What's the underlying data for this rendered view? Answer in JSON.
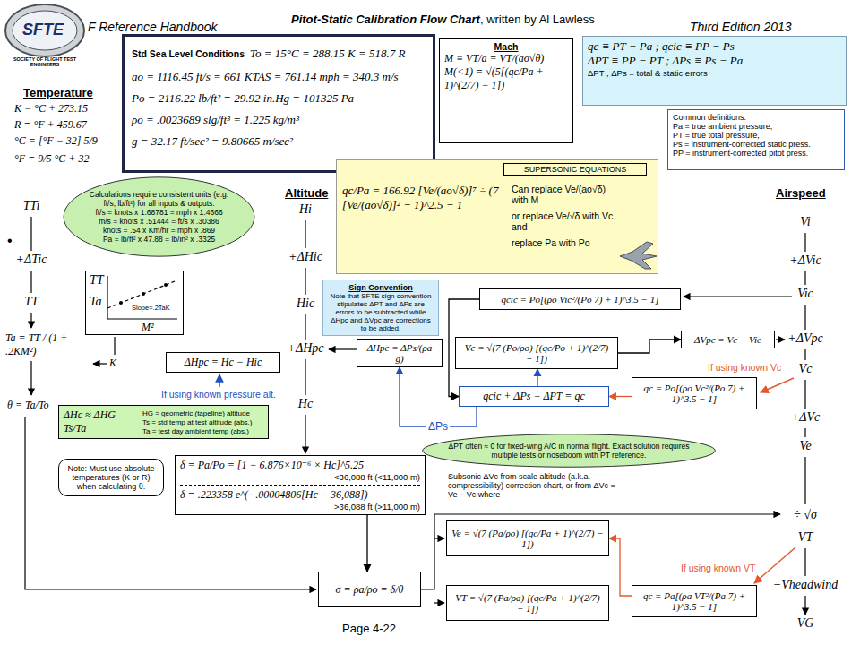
{
  "diagram": {
    "title": "Pitot-Static Calibration Flow Chart",
    "nodes": [
      {
        "text": [
          "Std Sea Level Conditions",
          "To = 15°C = 288.15 K = 518.7 R",
          "ao = 1116.45 ft/s = 661 KTAS = 761.14 mph = 340.3 m/s",
          "Po = 2116.22 lb/ft² = 29.92 in.Hg = 101325 Pa",
          "ρo = .0023689 slg/ft³ = 1.225 kg/m³",
          "g = 32.17 ft/sec² = 9.80665 m/sec²"
        ]
      },
      {
        "text": [
          "Mach",
          "M ≡ VT/a = VT/(ao√θ)",
          "M(<1) = √(5[(qc/Pa + 1)^(2/7) − 1])"
        ]
      },
      {
        "text": [
          "qc ≡ PT − Pa ;  qcic ≡ PP − Ps",
          "ΔPT ≡ PP − PT ;  ΔPs ≡ Ps − Pa",
          "ΔPT , ΔPs = total & static errors"
        ]
      },
      {
        "text": [
          "Common definitions:",
          "Pa = true ambient pressure,",
          "PT = true total pressure,",
          "Ps = instrument-corrected static press.",
          "PP = instrument-corrected pitot press."
        ]
      },
      {
        "text": [
          "Calculations require consistent units (e.g. ft/s, lb/ft²) for all inputs & outputs.",
          "ft/s = knots x 1.68781 = mph x 1.4666",
          "m/s = knots x .51444 = ft/s x .30386",
          "knots = .54 x Km/hr = mph x .869",
          "Pa = lb/ft² x 47.88 = lb/in² x .3325"
        ]
      },
      {
        "text": [
          "qc/Pa = 166.92 [Ve/(ao√δ)]⁷ ÷ (7 [Ve/(ao√δ)]² − 1)^2.5 − 1",
          "Can replace Ve/(ao√δ) with M",
          "or replace Ve/√δ with Vc and",
          "replace Pa with Po"
        ]
      },
      {
        "text": [
          "SUPERSONIC EQUATIONS"
        ],
        "in": 5
      },
      {
        "text": [
          "TT",
          "Ta",
          "Slope=.2TaK",
          "M²"
        ]
      },
      {
        "text": [
          "ΔHpc = Hc − Hic"
        ]
      },
      {
        "text": [
          "Sign Convention",
          "Note that SFTE sign convention stipulates ΔPT and ΔPs are errors to be subtracted while ΔHpc and ΔVpc are corrections to be added."
        ]
      },
      {
        "text": [
          "ΔHpc = ΔPs/(ρa g)"
        ]
      },
      {
        "text": [
          "qcic = Po[(ρo Vic²/(Po 7) + 1)^3.5 − 1]"
        ]
      },
      {
        "text": [
          "ΔVpc = Vc − Vic"
        ]
      },
      {
        "text": [
          "Vc = √(7 (Po/ρo) [(qc/Po + 1)^(2/7) − 1])"
        ]
      },
      {
        "text": [
          "qc = Po[(ρo Vc²/(Po 7) + 1)^3.5 − 1]"
        ]
      },
      {
        "text": [
          "qcic + ΔPs − ΔPT = qc"
        ]
      },
      {
        "text": [
          "ΔHc ≈ ΔHG Ts/Ta",
          "HG = geometric (tapeline) altitude",
          "Ts = std temp at test altitude (abs.)",
          "Ta = test day ambient temp (abs.)"
        ]
      },
      {
        "text": [
          "Note: Must use absolute temperatures (K or R) when calculating θ."
        ]
      },
      {
        "text": [
          "ΔPT often ≈ 0 for fixed-wing A/C in normal flight. Exact solution requires multiple tests or noseboom with PT reference."
        ]
      },
      {
        "text": [
          "δ = Pa/Po = [1 − 6.876×10⁻⁶ × Hc]^5.25",
          "<36,088 ft (<11,000 m)",
          "δ = .223358 e^(−.00004806[Hc − 36,088])",
          ">36,088 ft (>11,000 m)"
        ]
      },
      {
        "text": [
          "Ve = √(7 (Pa/ρo) [(qc/Pa + 1)^(2/7) − 1])"
        ]
      },
      {
        "text": [
          "qc = Pa[(ρa VT²/(Pa 7) + 1)^3.5 − 1]"
        ]
      },
      {
        "text": [
          "σ = ρa/ρo = δ/θ"
        ]
      },
      {
        "text": [
          "VT = √(7 (Pa/ρa) [(qc/Pa + 1)^(2/7) − 1])"
        ]
      }
    ],
    "edges": [
      {
        "from": 11,
        "to": 15,
        "arrow": "to"
      },
      {
        "from": 15,
        "to": 13,
        "arrow": "to"
      },
      {
        "from": 13,
        "to": 12,
        "arrow": "to"
      },
      {
        "from": 14,
        "to": 15,
        "arrow": "to"
      },
      {
        "from": 15,
        "to": 10,
        "arrow": "to",
        "label": "ΔPs"
      },
      {
        "from": 19,
        "to": 22,
        "arrow": "to"
      },
      {
        "from": 21,
        "to": 20,
        "arrow": "to"
      }
    ],
    "labels": [
      "SOCIETY OF FLIGHT TEST ENGINEERS",
      "SFTE",
      "F Reference Handbook",
      ", written by Al Lawless",
      "Third Edition 2013",
      "Temperature",
      "K = °C + 273.15",
      "R = °F + 459.67",
      "°C = [°F − 32] 5/9",
      "°F = 9/5 °C + 32",
      "Altitude",
      "Airspeed",
      "•",
      "TTi",
      "+ΔTic",
      "TT",
      "Ta = TT / (1 + .2KM²)",
      "K",
      "θ = Ta/To",
      "Hi",
      "+ΔHic",
      "Hic",
      "+ΔHpc",
      "Hc",
      "If using known pressure alt.",
      "Vi",
      "+ΔVic",
      "Vic",
      "+ΔVpc",
      "If using known Vc",
      "Vc",
      "+ΔVc",
      "Ve",
      "÷ √σ",
      "If using known VT",
      "VT",
      "−Vheadwind",
      "VG",
      "Subsonic ΔVc from scale altitude (a.k.a. compressibility) correction chart, or from ΔVc = Ve − Vc where",
      "Page 4-22"
    ]
  }
}
